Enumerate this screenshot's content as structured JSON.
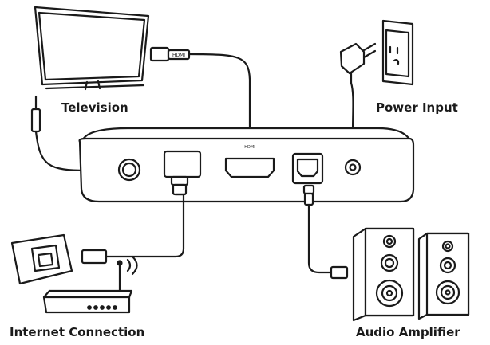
{
  "labels": {
    "television": "Television",
    "power_input": "Power Input",
    "internet_connection": "Internet Connection",
    "audio_amplifier": "Audio Amplifier"
  },
  "connector_text": {
    "hdmi_top": "HDMI",
    "hdmi_port": "HDMI"
  },
  "colors": {
    "stroke": "#1a1a1a",
    "fill": "#ffffff"
  }
}
